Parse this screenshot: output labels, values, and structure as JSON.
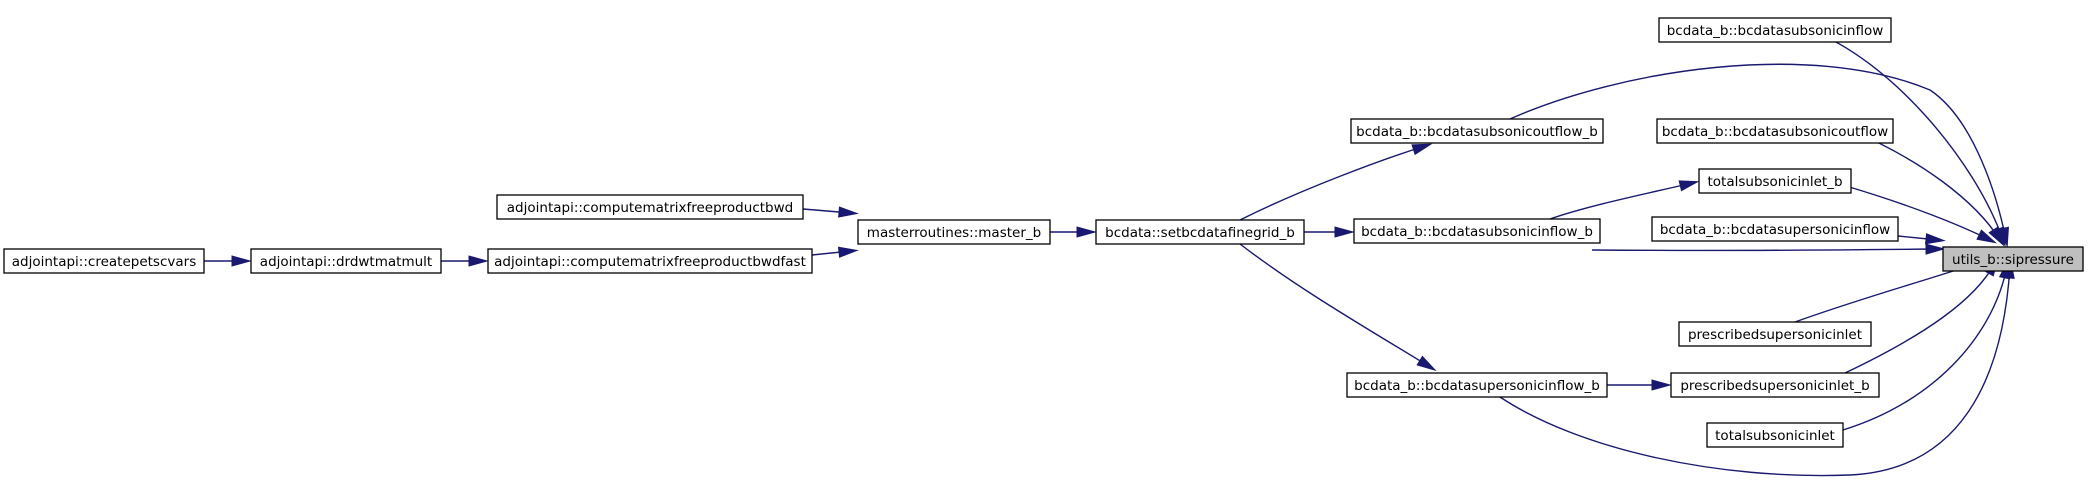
{
  "graph": {
    "root": "utils_b",
    "nodes": [
      {
        "id": "utils_b",
        "label": "utils_b::sipressure",
        "highlighted": true
      },
      {
        "id": "bcd_subin",
        "label": "bcdata_b::bcdatasubsonicinflow"
      },
      {
        "id": "bcd_subout_b",
        "label": "bcdata_b::bcdatasubsonicoutflow_b"
      },
      {
        "id": "bcd_subout",
        "label": "bcdata_b::bcdatasubsonicoutflow"
      },
      {
        "id": "totsubin_b",
        "label": "totalsubsonicinlet_b"
      },
      {
        "id": "bcd_supin",
        "label": "bcdata_b::bcdatasupersonicinflow"
      },
      {
        "id": "bcd_subin_b",
        "label": "bcdata_b::bcdatasubsonicinflow_b"
      },
      {
        "id": "presc",
        "label": "prescribedsupersonicinlet"
      },
      {
        "id": "presc_b",
        "label": "prescribedsupersonicinlet_b"
      },
      {
        "id": "bcd_supin_b",
        "label": "bcdata_b::bcdatasupersonicinflow_b"
      },
      {
        "id": "totsubin",
        "label": "totalsubsonicinlet"
      },
      {
        "id": "setbc",
        "label": "bcdata::setbcdatafinegrid_b"
      },
      {
        "id": "master",
        "label": "masterroutines::master_b"
      },
      {
        "id": "cmfpb",
        "label": "adjointapi::computematrixfreeproductbwd"
      },
      {
        "id": "cmfpbf",
        "label": "adjointapi::computematrixfreeproductbwdfast"
      },
      {
        "id": "drdw",
        "label": "adjointapi::drdwtmatmult"
      },
      {
        "id": "createpetsc",
        "label": "adjointapi::createpetscvars"
      }
    ],
    "edges": [
      {
        "from": "bcd_subin",
        "to": "utils_b"
      },
      {
        "from": "bcd_subout_b",
        "to": "utils_b"
      },
      {
        "from": "bcd_subout",
        "to": "utils_b"
      },
      {
        "from": "totsubin_b",
        "to": "utils_b"
      },
      {
        "from": "bcd_supin",
        "to": "utils_b"
      },
      {
        "from": "bcd_subin_b",
        "to": "utils_b"
      },
      {
        "from": "presc",
        "to": "utils_b"
      },
      {
        "from": "presc_b",
        "to": "utils_b"
      },
      {
        "from": "bcd_supin_b",
        "to": "utils_b"
      },
      {
        "from": "totsubin",
        "to": "utils_b"
      },
      {
        "from": "bcd_subin_b",
        "to": "totsubin_b"
      },
      {
        "from": "bcd_supin_b",
        "to": "presc_b"
      },
      {
        "from": "setbc",
        "to": "bcd_subout_b"
      },
      {
        "from": "setbc",
        "to": "bcd_subin_b"
      },
      {
        "from": "setbc",
        "to": "bcd_supin_b"
      },
      {
        "from": "master",
        "to": "setbc"
      },
      {
        "from": "cmfpb",
        "to": "master"
      },
      {
        "from": "cmfpbf",
        "to": "master"
      },
      {
        "from": "drdw",
        "to": "cmfpbf"
      },
      {
        "from": "createpetsc",
        "to": "drdw"
      }
    ]
  },
  "colors": {
    "edge": "#191970",
    "root_fill": "#bfbfbf",
    "node_fill": "#ffffff",
    "border": "#000000"
  }
}
